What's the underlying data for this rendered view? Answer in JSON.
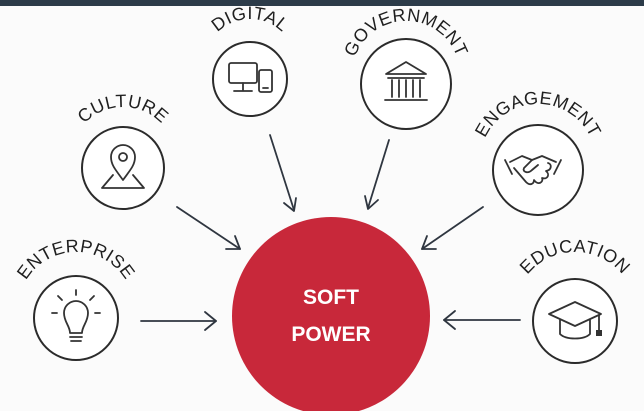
{
  "center": {
    "line1": "SOFT",
    "line2": "POWER",
    "color": "#c8283a"
  },
  "nodes": [
    {
      "label": "DIGITAL",
      "icon": "devices-icon"
    },
    {
      "label": "GOVERNMENT",
      "icon": "government-building-icon"
    },
    {
      "label": "CULTURE",
      "icon": "map-pin-icon"
    },
    {
      "label": "ENGAGEMENT",
      "icon": "handshake-icon"
    },
    {
      "label": "ENTERPRISE",
      "icon": "lightbulb-icon"
    },
    {
      "label": "EDUCATION",
      "icon": "graduation-cap-icon"
    }
  ]
}
